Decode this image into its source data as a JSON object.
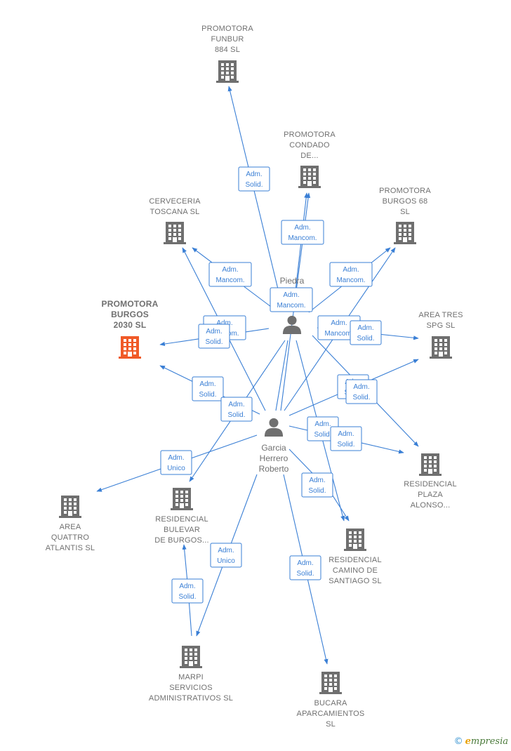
{
  "companies": [
    {
      "id": "funbur",
      "lines": [
        "PROMOTORA",
        "FUNBUR",
        "884  SL"
      ],
      "highlight": false
    },
    {
      "id": "condado",
      "lines": [
        "PROMOTORA",
        "CONDADO",
        "DE..."
      ],
      "highlight": false
    },
    {
      "id": "burgos68",
      "lines": [
        "PROMOTORA",
        "BURGOS 68",
        "SL"
      ],
      "highlight": false
    },
    {
      "id": "cerveceria",
      "lines": [
        "CERVECERIA",
        "TOSCANA  SL"
      ],
      "highlight": false
    },
    {
      "id": "burgos2030",
      "lines": [
        "PROMOTORA",
        "BURGOS",
        "2030  SL"
      ],
      "highlight": true
    },
    {
      "id": "areatres",
      "lines": [
        "AREA TRES",
        "SPG  SL"
      ],
      "highlight": false
    },
    {
      "id": "plaza",
      "lines": [
        "RESIDENCIAL",
        "PLAZA",
        "ALONSO..."
      ],
      "highlight": false
    },
    {
      "id": "quattro",
      "lines": [
        "AREA",
        "QUATTRO",
        "ATLANTIS  SL"
      ],
      "highlight": false
    },
    {
      "id": "bulevar",
      "lines": [
        "RESIDENCIAL",
        "BULEVAR",
        "DE BURGOS..."
      ],
      "highlight": false
    },
    {
      "id": "camino",
      "lines": [
        "RESIDENCIAL",
        "CAMINO DE",
        "SANTIAGO  SL"
      ],
      "highlight": false
    },
    {
      "id": "marpi",
      "lines": [
        "MARPI",
        "SERVICIOS",
        "ADMINISTRATIVOS SL"
      ],
      "highlight": false
    },
    {
      "id": "bucara",
      "lines": [
        "BUCARA",
        "APARCAMIENTOS",
        "SL"
      ],
      "highlight": false
    }
  ],
  "persons": [
    {
      "id": "piedra",
      "lines": [
        "Piedra"
      ]
    },
    {
      "id": "garcia",
      "lines": [
        "Garcia",
        "Herrero",
        "Roberto"
      ]
    }
  ],
  "relations": [
    {
      "id": "r1",
      "lines": [
        "Adm.",
        "Solid."
      ]
    },
    {
      "id": "r2",
      "lines": [
        "Adm.",
        "Mancom."
      ]
    },
    {
      "id": "r3",
      "lines": [
        "Adm.",
        "Mancom."
      ]
    },
    {
      "id": "r4",
      "lines": [
        "Adm.",
        "Mancom."
      ]
    },
    {
      "id": "r5",
      "lines": [
        "Adm.",
        "Mancom."
      ]
    },
    {
      "id": "r6",
      "lines": [
        "Adm.",
        "Mancom."
      ]
    },
    {
      "id": "r7",
      "lines": [
        "Adm.",
        "Solid."
      ]
    },
    {
      "id": "r8",
      "lines": [
        "Adm.",
        "Mancom."
      ]
    },
    {
      "id": "r9",
      "lines": [
        "Adm.",
        "Solid."
      ]
    },
    {
      "id": "r10",
      "lines": [
        "Adm.",
        "Solid."
      ]
    },
    {
      "id": "r11",
      "lines": [
        "Adm.",
        "Solid."
      ]
    },
    {
      "id": "r12",
      "lines": [
        "Adm.",
        "Solid."
      ]
    },
    {
      "id": "r13",
      "lines": [
        "Adm.",
        "Solid."
      ]
    },
    {
      "id": "r14",
      "lines": [
        "Adm.",
        "Solid."
      ]
    },
    {
      "id": "r15",
      "lines": [
        "Adm.",
        "Solid."
      ]
    },
    {
      "id": "r16",
      "lines": [
        "Adm.",
        "Unico"
      ]
    },
    {
      "id": "r17",
      "lines": [
        "Adm.",
        "Solid."
      ]
    },
    {
      "id": "r18",
      "lines": [
        "Adm.",
        "Unico"
      ]
    },
    {
      "id": "r19",
      "lines": [
        "Adm.",
        "Solid."
      ]
    },
    {
      "id": "r20",
      "lines": [
        "Adm.",
        "Solid."
      ]
    }
  ],
  "footer": {
    "copyright": "©",
    "brand_initial": "e",
    "brand_rest": "mpresia"
  },
  "colors": {
    "edge": "#3a7fd5",
    "building": "#6f6f6f",
    "highlight": "#f05a28",
    "person": "#6f6f6f"
  }
}
